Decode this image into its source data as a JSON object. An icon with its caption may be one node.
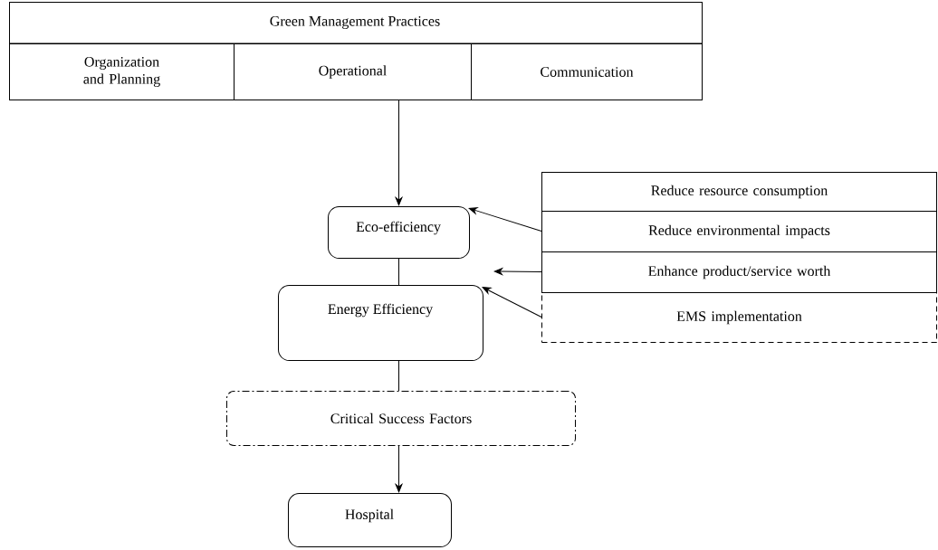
{
  "diagram": {
    "nodes": [
      {
        "text": [
          "Green Management Practices"
        ]
      },
      {
        "text": [
          "Organization and Planning"
        ],
        "in": 0
      },
      {
        "text": [
          "Operational"
        ],
        "in": 0
      },
      {
        "text": [
          "Communication"
        ],
        "in": 0
      },
      {
        "text": [
          "Eco-efficiency"
        ]
      },
      {
        "text": [
          "Energy Efficiency"
        ]
      },
      {
        "text": [
          "Critical Success Factors"
        ]
      },
      {
        "text": [
          "Hospital"
        ]
      },
      {
        "text": [
          "Reduce resource consumption"
        ]
      },
      {
        "text": [
          "Reduce environmental impacts"
        ]
      },
      {
        "text": [
          "Enhance product/service worth"
        ]
      },
      {
        "text": [
          "EMS implementation"
        ]
      }
    ],
    "edges": [
      {
        "from": 0,
        "to": 4,
        "arrow": "to"
      },
      {
        "from": 4,
        "to": 5,
        "arrow": "none"
      },
      {
        "from": 5,
        "to": 6,
        "arrow": "none"
      },
      {
        "from": 6,
        "to": 7,
        "arrow": "to"
      },
      {
        "from": 9,
        "to": 4,
        "arrow": "to"
      },
      {
        "from": 10,
        "to": null,
        "arrow": "to"
      },
      {
        "from": 11,
        "to": 5,
        "arrow": "to"
      }
    ]
  }
}
